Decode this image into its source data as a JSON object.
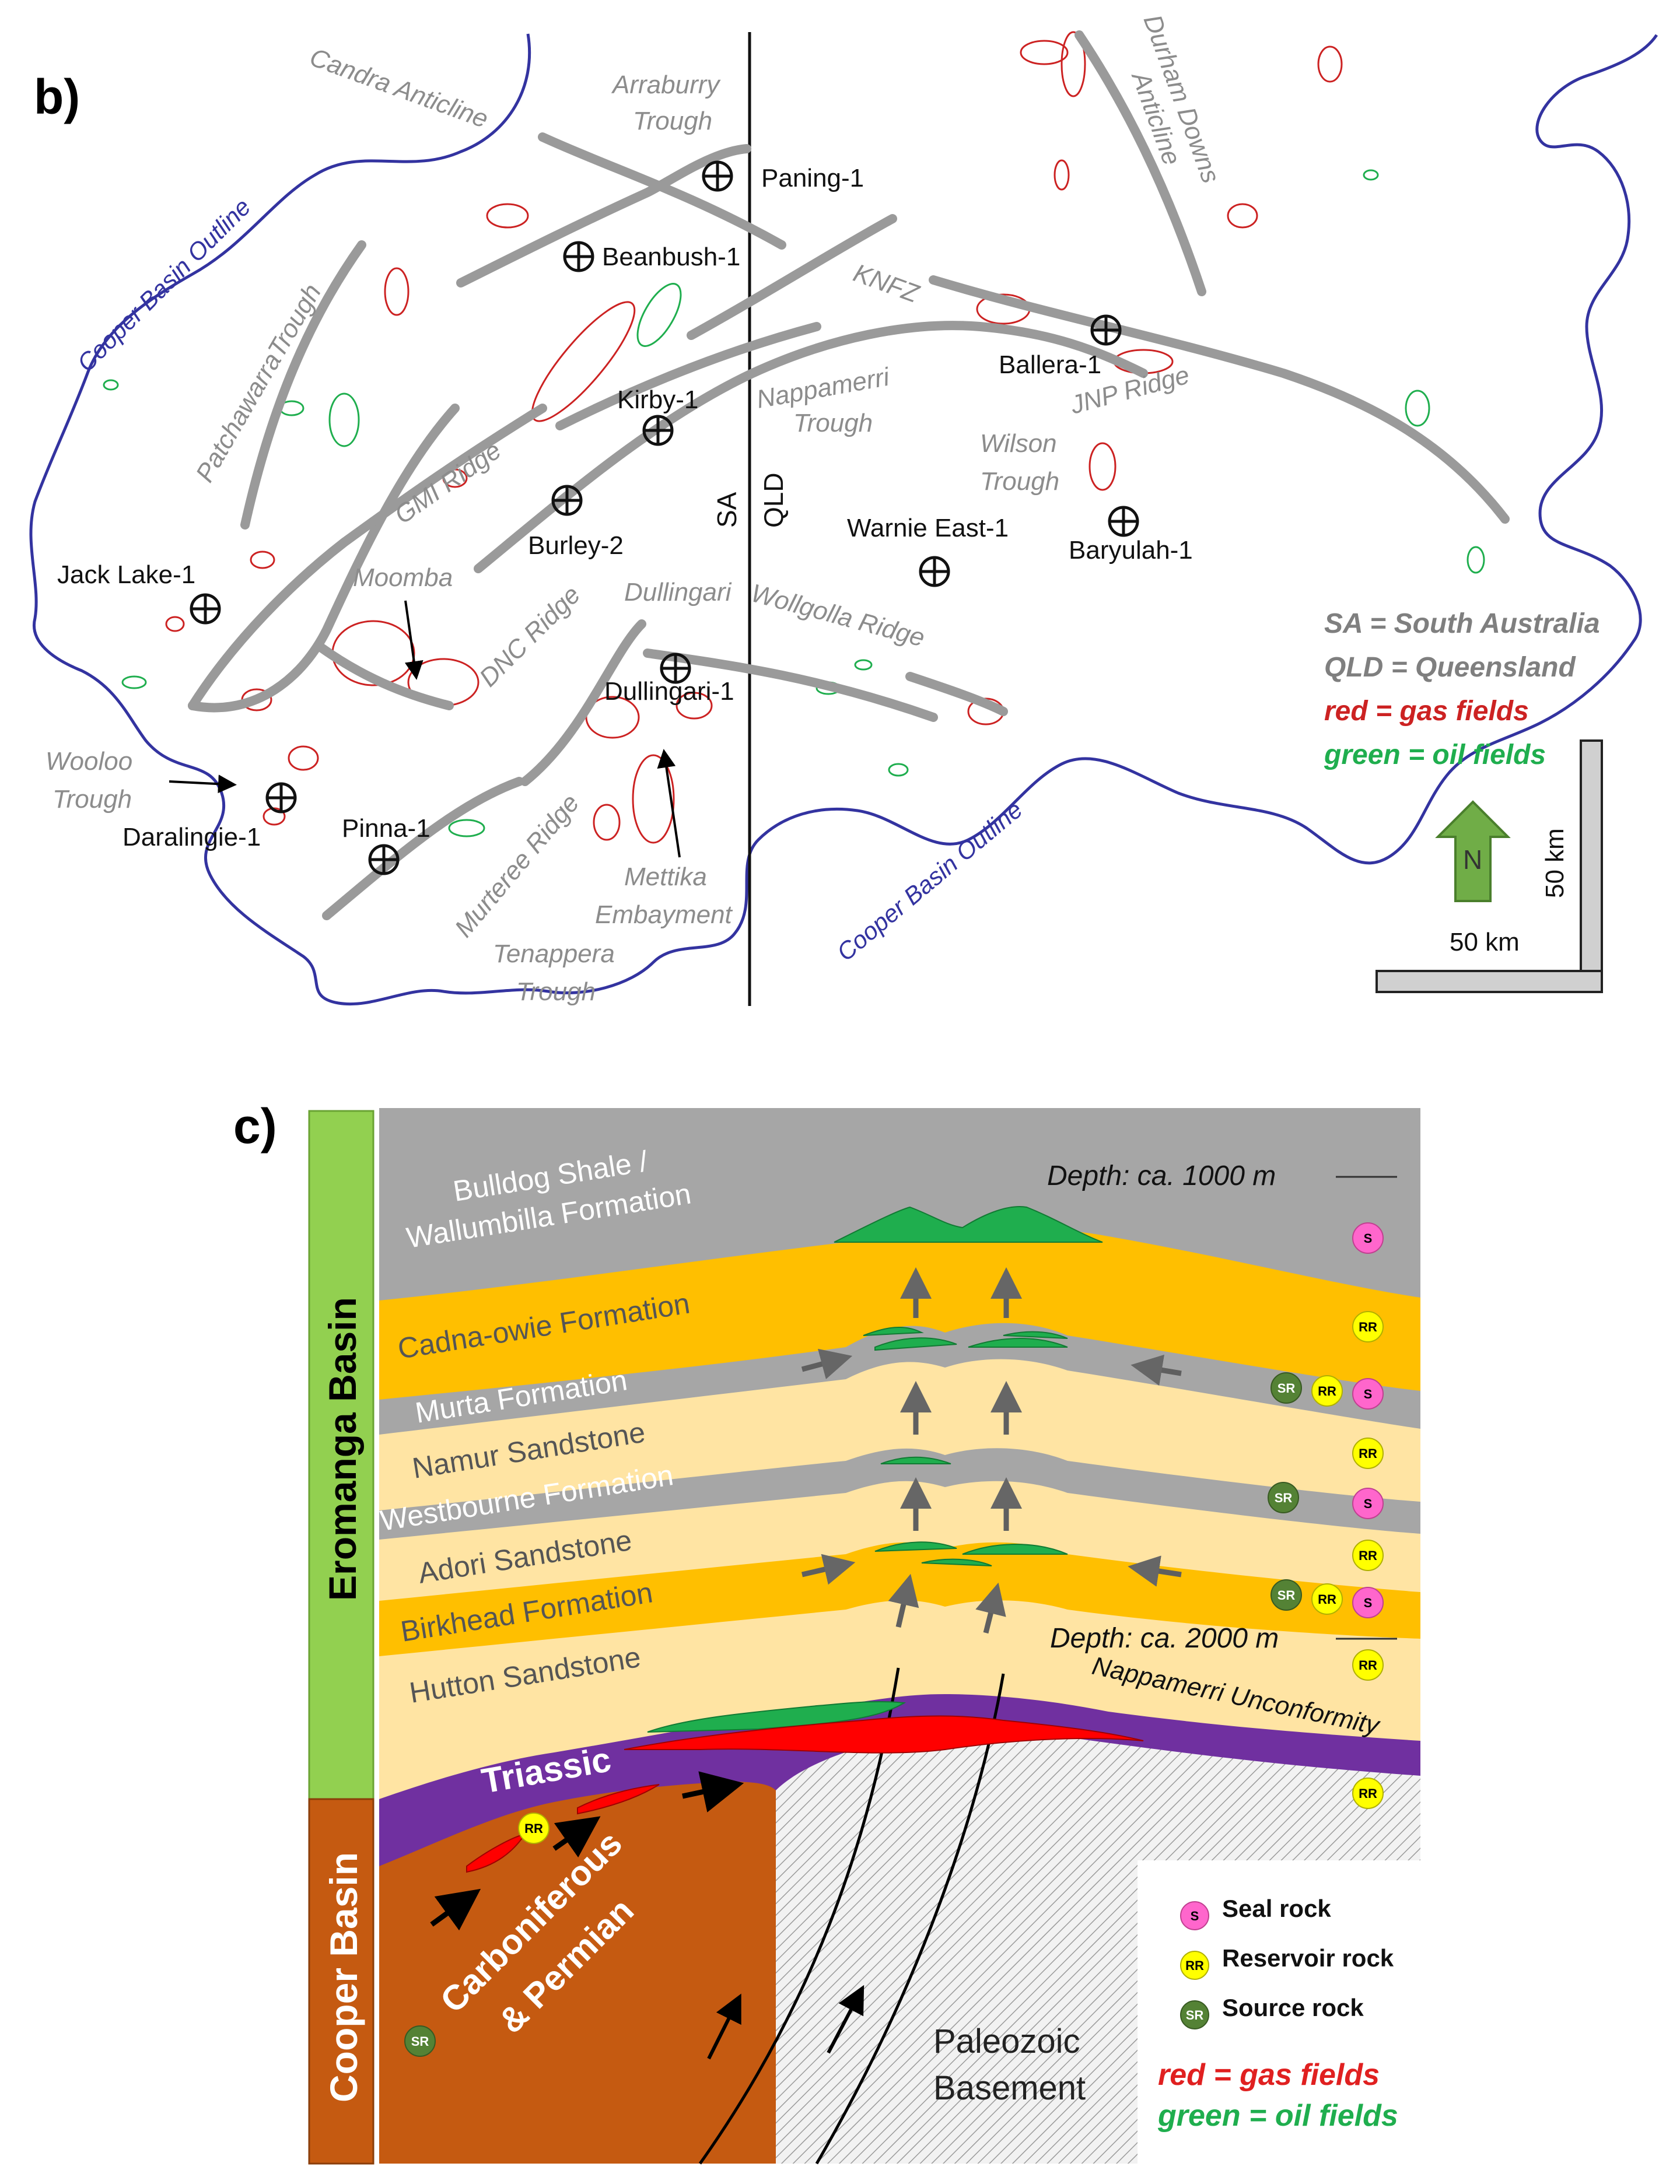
{
  "panel_b": {
    "panel_label": "b)",
    "structures": [
      {
        "id": "candra",
        "text": "Candra Anticline"
      },
      {
        "id": "arraburry1",
        "text": "Arraburry"
      },
      {
        "id": "arraburry2",
        "text": "Trough"
      },
      {
        "id": "durham1",
        "text": "Durham Downs"
      },
      {
        "id": "durham2",
        "text": "Anticline"
      },
      {
        "id": "patchawarra",
        "text": "PatchawarraTrough"
      },
      {
        "id": "knfz",
        "text": "KNFZ"
      },
      {
        "id": "gmi",
        "text": "GMI Ridge"
      },
      {
        "id": "nappamerri1",
        "text": "Nappamerri"
      },
      {
        "id": "nappamerri2",
        "text": "Trough"
      },
      {
        "id": "jnp",
        "text": "JNP Ridge"
      },
      {
        "id": "wilson1",
        "text": "Wilson"
      },
      {
        "id": "wilson2",
        "text": "Trough"
      },
      {
        "id": "moomba",
        "text": "Moomba"
      },
      {
        "id": "dnc",
        "text": "DNC Ridge"
      },
      {
        "id": "dullingari",
        "text": "Dullingari"
      },
      {
        "id": "wollgolla",
        "text": "Wollgolla Ridge"
      },
      {
        "id": "wooloo1",
        "text": "Wooloo"
      },
      {
        "id": "wooloo2",
        "text": "Trough"
      },
      {
        "id": "murteree",
        "text": "Murteree Ridge"
      },
      {
        "id": "mettika1",
        "text": "Mettika"
      },
      {
        "id": "mettika2",
        "text": "Embayment"
      },
      {
        "id": "tenappera1",
        "text": "Tenappera"
      },
      {
        "id": "tenappera2",
        "text": "Trough"
      }
    ],
    "outline_labels": [
      {
        "id": "outline_w",
        "text": "Cooper Basin Outline"
      },
      {
        "id": "outline_s",
        "text": "Cooper Basin Outline"
      }
    ],
    "states": {
      "sa": "SA",
      "qld": "QLD"
    },
    "wells": [
      {
        "id": "paning",
        "text": "Paning-1"
      },
      {
        "id": "beanbush",
        "text": "Beanbush-1"
      },
      {
        "id": "ballera",
        "text": "Ballera-1"
      },
      {
        "id": "kirby",
        "text": "Kirby-1"
      },
      {
        "id": "burley",
        "text": "Burley-2"
      },
      {
        "id": "warnie",
        "text": "Warnie East-1"
      },
      {
        "id": "baryulah",
        "text": "Baryulah-1"
      },
      {
        "id": "jacklake",
        "text": "Jack Lake-1"
      },
      {
        "id": "dullingari1",
        "text": "Dullingari-1"
      },
      {
        "id": "daralingie",
        "text": "Daralingie-1"
      },
      {
        "id": "pinna",
        "text": "Pinna-1"
      }
    ],
    "legend": {
      "sa": "SA = South Australia",
      "qld": "QLD = Queensland",
      "gas": "red = gas fields",
      "oil": "green = oil fields"
    },
    "north": "N",
    "scale_vertical": "50 km",
    "scale_horizontal": "50 km",
    "colors": {
      "gas": "#cc2222",
      "oil": "#1fae4e",
      "outline": "#3333a0",
      "structure": "#9a9a9a"
    }
  },
  "panel_c": {
    "panel_label": "c)",
    "basins": {
      "eromanga": "Eromanga Basin",
      "cooper": "Cooper Basin"
    },
    "formations": [
      {
        "id": "bulldog1",
        "text": "Bulldog Shale /"
      },
      {
        "id": "bulldog2",
        "text": "Wallumbilla Formation"
      },
      {
        "id": "cadna",
        "text": "Cadna-owie Formation"
      },
      {
        "id": "murta",
        "text": "Murta Formation"
      },
      {
        "id": "namur",
        "text": "Namur Sandstone"
      },
      {
        "id": "westbourne",
        "text": "Westbourne Formation"
      },
      {
        "id": "adori",
        "text": "Adori Sandstone"
      },
      {
        "id": "birkhead",
        "text": "Birkhead Formation"
      },
      {
        "id": "hutton",
        "text": "Hutton Sandstone"
      },
      {
        "id": "triassic",
        "text": "Triassic"
      },
      {
        "id": "carb1",
        "text": "Carboniferous"
      },
      {
        "id": "carb2",
        "text": "& Permian"
      },
      {
        "id": "paleo1",
        "text": "Paleozoic"
      },
      {
        "id": "paleo2",
        "text": "Basement"
      }
    ],
    "depth_1000": "Depth: ca. 1000 m",
    "depth_2000": "Depth: ca. 2000 m",
    "unconformity": "Nappamerri Unconformity",
    "rock_badges": {
      "seal": "S",
      "reservoir": "RR",
      "source": "SR"
    },
    "legend": {
      "seal": "Seal rock",
      "reservoir": "Reservoir rock",
      "source": "Source rock",
      "gas": "red = gas fields",
      "oil": "green = oil fields"
    },
    "colors": {
      "grey_layer": "#a6a6a6",
      "orange_layer": "#ffbf00",
      "sand_layer": "#ffe4a3",
      "triassic": "#7030a0",
      "carboniferous": "#c55a11",
      "eromanga_bar": "#92d050",
      "seal": "#ff66cc",
      "reservoir": "#ffff00",
      "source": "#548235"
    }
  }
}
